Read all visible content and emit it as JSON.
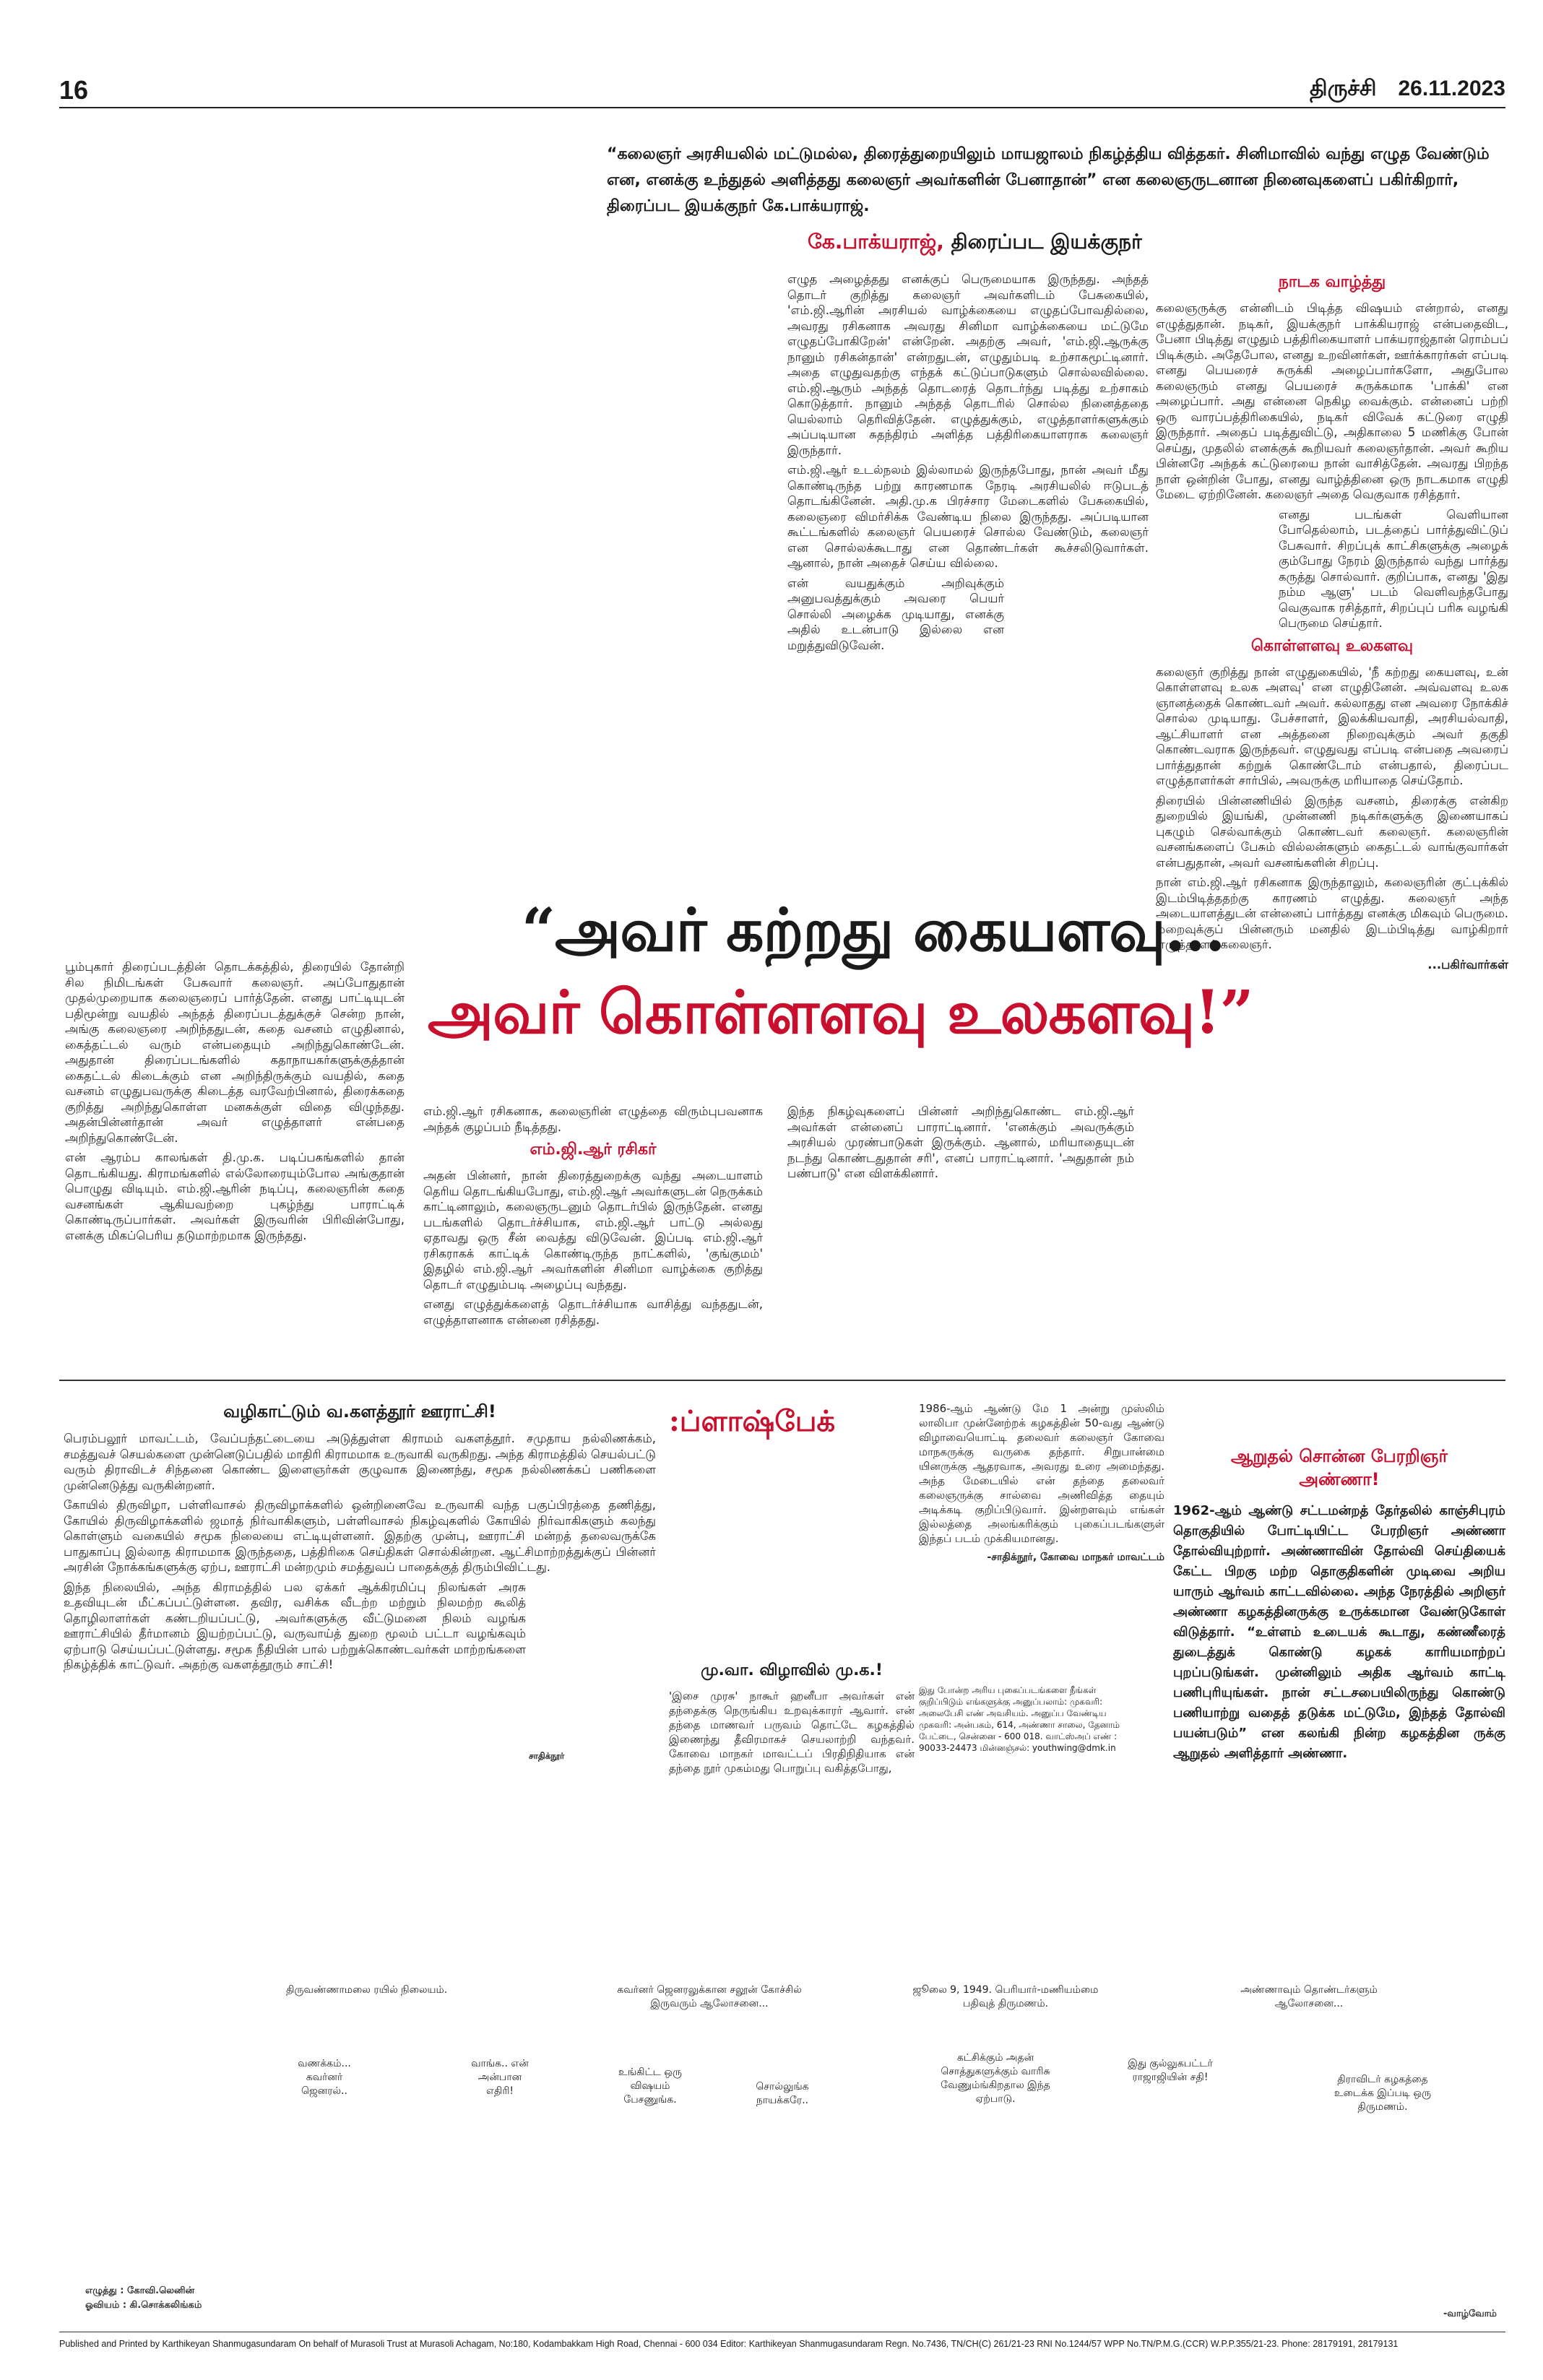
{
  "header": {
    "page_number": "16",
    "city": "திருச்சி",
    "date": "26.11.2023"
  },
  "intro": "“கலைஞர் அரசியலில் மட்டுமல்ல, திரைத்துறையிலும் மாயஜாலம் நிகழ்த்திய வித்தகர். சினிமாவில் வந்து எழுத வேண்டும் என, எனக்கு உந்துதல் அளித்தது கலைஞர் அவர்களின் பேனாதான்” என கலைஞருடனான நினைவுகளைப் பகிர்கிறார், திரைப்பட இயக்குநர் கே.பாக்யராஜ்.",
  "byline": {
    "name": "கே.பாக்யராஜ்,",
    "role": " திரைப்பட இயக்குநர்"
  },
  "headline": {
    "line1": "“அவர் கற்றது கையளவு...",
    "line2": "அவர் கொள்ளளவு உலகளவு!”"
  },
  "col_center_top": [
    "எழுத அழைத்தது எனக்குப் பெருமையாக இருந்தது. அந்தத் தொடர் குறித்து கலைஞர் அவர்களிடம் பேசுகையில், 'எம்.ஜி.ஆரின் அரசியல் வாழ்க்கையை எழுதப்போவதில்லை, அவரது ரசிகனாக அவரது சினிமா வாழ்க்கையை மட்டுமே எழுதப்போகிறேன்' என்றேன். அதற்கு அவர், 'எம்.ஜி.ஆருக்கு நானும் ரசிகன்தான்' என்றதுடன், எழுதும்படி உற்சாகமூட்டினார். அதை எழுதுவதற்கு எந்தக் கட்டுப்பாடுகளும் சொல்லவில்லை. எம்.ஜி.ஆரும் அந்தத் தொடரைத் தொடர்ந்து படித்து உற்சாகம் கொடுத்தார். நானும் அந்தத் தொடரில் சொல்ல நினைத்ததை யெல்லாம் தெரிவித்தேன். எழுத்துக்கும், எழுத்தாளர்களுக்கும் அப்படியான சுதந்திரம் அளித்த பத்திரிகையாளராக கலைஞர் இருந்தார்.",
    "எம்.ஜி.ஆர் உடல்நலம் இல்லாமல் இருந்தபோது, நான் அவர் மீது கொண்டிருந்த பற்று காரணமாக நேரடி அரசியலில் ஈடுபடத் தொடங்கினேன். அதி.மு.க பிரச்சார மேடைகளில் பேசுகையில், கலைஞரை விமர்சிக்க வேண்டிய நிலை இருந்தது. அப்படியான கூட்டங்களில் கலைஞர் பெயரைச் சொல்ல வேண்டும், கலைஞர் என சொல்லக்கூடாது என தொண்டர்கள் கூச்சலிடுவார்கள். ஆனால், நான் அதைச் செய்ய வில்லை.",
    "என் வயதுக்கும் அறிவுக்கும் அனுபவத்துக்கும் அவரை பெயர் சொல்லி அழைக்க முடியாது, எனக்கு அதில் உடன்பாடு இல்லை என மறுத்துவிடுவேன்."
  ],
  "col_right": {
    "h1": "நாடக வாழ்த்து",
    "p1": [
      "கலைஞருக்கு என்னிடம் பிடித்த விஷயம் என்றால், எனது எழுத்துதான். நடிகர், இயக்குநர் பாக்கியராஜ் என்பதைவிட, பேனா பிடித்து எழுதும் பத்திரிகையாளர் பாக்யராஜ்தான் ரொம்பப் பிடிக்கும். அதேபோல, எனது உறவினர்கள், ஊர்க்காரர்கள் எப்படி எனது பெயரைச் சுருக்கி அழைப்பார்களோ, அதுபோல கலைஞரும் எனது பெயரைச் சுருக்கமாக 'பாக்கி' என அழைப்பார். அது என்னை நெகிழ வைக்கும். என்னைப் பற்றி ஒரு வாரப்பத்திரிகையில், நடிகர் விவேக் கட்டுரை எழுதி இருந்தார். அதைப் படித்துவிட்டு, அதிகாலை 5 மணிக்கு போன் செய்து, முதலில் எனக்குக் கூறியவர் கலைஞர்தான். அவர் கூறிய பின்னரே அந்தக் கட்டுரையை நான் வாசித்தேன். அவரது பிறந்த நாள் ஒன்றின் போது, எனது வாழ்த்தினை ஒரு நாடகமாக எழுதி மேடை ஏற்றினேன். கலைஞர் அதை வெகுவாக ரசித்தார்.",
      "எனது படங்கள் வெளியான போதெல்லாம், படத்தைப் பார்த்துவிட்டுப் பேசுவார். சிறப்புக் காட்சிகளுக்கு அழைக் கும்போது நேரம் இருந்தால் வந்து பார்த்து கருத்து சொல்வார். குறிப்பாக, எனது 'இது நம்ம ஆளு' படம் வெளிவந்தபோது வெகுவாக ரசித்தார், சிறப்புப் பரிசு வழங்கி பெருமை செய்தார்."
    ],
    "h2": "கொள்ளளவு உலகளவு",
    "p2": [
      "கலைஞர் குறித்து நான் எழுதுகையில், 'நீ கற்றது கையளவு, உன் கொள்ளளவு உலக அளவு' என எழுதினேன். அவ்வளவு உலக ஞானத்தைக் கொண்டவர் அவர். கல்லாதது என அவரை நோக்கிச் சொல்ல முடியாது. பேச்சாளர், இலக்கியவாதி, அரசியல்வாதி, ஆட்சியாளர் என அத்தனை நிறைவுக்கும் அவர் தகுதி கொண்டவராக இருந்தவர். எழுதுவது எப்படி என்பதை அவரைப் பார்த்துதான் கற்றுக் கொண்டோம் என்பதால், திரைப்பட எழுத்தாளர்கள் சார்பில், அவருக்கு மரியாதை செய்தோம்.",
      "திரையில் பின்னணியில் இருந்த வசனம், திரைக்கு என்கிற துறையில் இயங்கி, முன்னணி நடிகர்களுக்கு இணையாகப் புகழும் செல்வாக்கும் கொண்டவர் கலைஞர். கலைஞரின் வசனங்களைப் பேசும் வில்லன்களும் கைதட்டல் வாங்குவார்கள் என்பதுதான், அவர் வசனங்களின் சிறப்பு.",
      "நான் எம்.ஜி.ஆர் ரசிகனாக இருந்தாலும், கலைஞரின் குட்புக்கில் இடம்பிடித்ததற்கு காரணம் எழுத்து. கலைஞர் அந்த அடையாளத்துடன் என்னைப் பார்த்தது எனக்கு மிகவும் பெருமை. மறைவுக்குப் பின்னரும் மனதில் இடம்பிடித்து வாழ்கிறார் எழுத்தாளர் கலைஞர்."
    ],
    "sign": "...பகிர்வார்கள்"
  },
  "col_left": [
    "பூம்புகார் திரைப்படத்தின் தொடக்கத்தில், திரையில் தோன்றி சில நிமிடங்கள் பேசுவார் கலைஞர். அப்போதுதான் முதல்முறையாக கலைஞரைப் பார்த்தேன். எனது பாட்டியுடன் பதிமூன்று வயதில் அந்தத் திரைப்படத்துக்குச் சென்ற நான், அங்கு கலைஞரை அறிந்ததுடன், கதை வசனம் எழுதினால், கைத்தட்டல் வரும் என்பதையும் அறிந்துகொண்டேன். அதுதான் திரைப்படங்களில் கதாநாயகர்களுக்குத்தான் கைதட்டல் கிடைக்கும் என அறிந்திருக்கும் வயதில், கதை வசனம் எழுதுபவருக்கு கிடைத்த வரவேற்பினால், திரைக்கதை குறித்து அறிந்துகொள்ள மனசுக்குள் விதை விழுந்தது. அதன்பின்னர்தான் அவர் எழுத்தாளர் என்பதை அறிந்துகொண்டேன்.",
    "என் ஆரம்ப காலங்கள் தி.மு.க. படிப்பகங்களில் தான் தொடங்கியது. கிராமங்களில் எல்லோரையும்போல அங்குதான் பொழுது விடியும். எம்.ஜி.ஆரின் நடிப்பு, கலைஞரின் கதை வசனங்கள் ஆகியவற்றை புகழ்ந்து பாராட்டிக் கொண்டிருப்பார்கள். அவர்கள் இருவரின் பிரிவின்போது, எனக்கு மிகப்பெரிய தடுமாற்றமாக இருந்தது."
  ],
  "col_mid1": {
    "lead": "எம்.ஜி.ஆர் ரசிகனாக, கலைஞரின் எழுத்தை விரும்புபவனாக அந்தக் குழப்பம் நீடித்தது.",
    "h": "எம்.ஜி.ஆர் ரசிகர்",
    "p": [
      "அதன் பின்னர், நான் திரைத்துறைக்கு வந்து அடையாளம் தெரிய தொடங்கியபோது, எம்.ஜி.ஆர் அவர்களுடன் நெருக்கம் காட்டினாலும், கலைஞருடனும் தொடர்பில் இருந்தேன். எனது படங்களில் தொடர்ச்சியாக, எம்.ஜி.ஆர் பாட்டு அல்லது ஏதாவது ஒரு சீன் வைத்து விடுவேன். இப்படி எம்.ஜி.ஆர் ரசிகராகக் காட்டிக் கொண்டிருந்த நாட்களில், 'குங்குமம்' இதழில் எம்.ஜி.ஆர் அவர்களின் சினிமா வாழ்க்கை குறித்து தொடர் எழுதும்படி அழைப்பு வந்தது.",
      "எனது எழுத்துக்களைத் தொடர்ச்சியாக வாசித்து வந்ததுடன், எழுத்தாளனாக என்னை ரசித்தது."
    ]
  },
  "col_mid2": [
    "இந்த நிகழ்வுகளைப் பின்னர் அறிந்துகொண்ட எம்.ஜி.ஆர் அவர்கள் என்னைப் பாராட்டினார். 'எனக்கும் அவருக்கும் அரசியல் முரண்பாடுகள் இருக்கும். ஆனால், மரியாதையுடன் நடந்து கொண்டதுதான் சரி', எனப் பாராட்டினார். 'அதுதான் நம் பண்பாடு' என விளக்கினார்."
  ],
  "bottom_left": {
    "title": "வழிகாட்டும் வ.களத்தூர் ஊராட்சி!",
    "p": [
      "பெரம்பலூர் மாவட்டம், வேப்பந்தட்டையை அடுத்துள்ள கிராமம் வகளத்தூர். சமுதாய நல்லிணக்கம், சமத்துவச் செயல்களை முன்னெடுப்பதில் மாதிரி கிராமமாக உருவாகி வருகிறது. அந்த கிராமத்தில் செயல்பட்டு வரும் திராவிடச் சிந்தனை கொண்ட இளைஞர்கள் குழுவாக இணைந்து, சமூக நல்லிணக்கப் பணிகளை முன்னெடுத்து வருகின்றனர்.",
      "கோயில் திருவிழா, பள்ளிவாசல் திருவிழாக்களில் ஒன்றினைவே உருவாகி வந்த பகுப்பிரத்தை தணித்து, கோயில் திருவிழாக்களில் ஜமாத் நிர்வாகிகளும், பள்ளிவாசல் நிகழ்வுகளில் கோயில் நிர்வாகிகளும் கலந்து கொள்ளும் வகையில் சமூக நிலையை எட்டியுள்ளனர். இதற்கு முன்பு, ஊராட்சி மன்றத் தலைவருக்கே பாதுகாப்பு இல்லாத கிராமமாக இருந்ததை, பத்திரிகை செய்திகள் சொல்கின்றன. ஆட்சிமாற்றத்துக்குப் பின்னர் அரசின் நோக்கங்களுக்கு ஏற்ப, ஊராட்சி மன்றமும் சமத்துவப் பாதைக்குத் திரும்பிவிட்டது.",
      "இந்த நிலையில், அந்த கிராமத்தில் பல ஏக்கர் ஆக்கிரமிப்பு நிலங்கள் அரசு உதவியுடன் மீட்கப்பட்டுள்ளன. தவிர, வசிக்க வீடற்ற மற்றும் நிலமற்ற கூலித் தொழிலாளர்கள் கண்டறியப்பட்டு, அவர்களுக்கு வீட்டுமனை நிலம் வழங்க ஊராட்சியில் தீர்மானம் இயற்றப்பட்டு, வருவாய்த் துறை மூலம் பட்டா வழங்கவும் ஏற்பாடு செய்யப்பட்டுள்ளது. சமூக நீதியின் பால் பற்றுக்கொண்டவர்கள் மாற்றங்களை நிகழ்த்திக் காட்டுவர். அதற்கு வகளத்தூரும் சாட்சி!"
    ],
    "sign": "சாதிக்நூர்"
  },
  "flashback": {
    "title": ":ப்ளாஷ்பேக்",
    "story_right": "1986-ஆம் ஆண்டு மே 1 அன்று முஸ்லிம் லாலிபா முன்னேற்றக் கழகத்தின் 50-வது ஆண்டு விழாவையொட்டி தலைவர் கலைஞர் கோவை மாநகருக்கு வருகை தந்தார். சிறுபான்மை யினருக்கு ஆதரவாக, அவரது உரை அமைந்தது. அந்த மேடையில் என் தந்தை தலைவர் கலைஞருக்கு சால்வை அணிவித்த தையும் அடிக்கடி குறிப்பிடுவார். இன்றளவும் எங்கள் இல்லத்தை அலங்கரிக்கும் புகைப்படங்களுள் இந்தப் படம் முக்கியமானது.",
    "story_right_sign": "-சாதிக்நூர், கோவை மாநகர் மாவட்டம்",
    "sub_title": "மு.வா. விழாவில் மு.க.!",
    "sub_text": "'இசை முரசு' நாகூர் ஹனீபா அவர்கள் என் தந்தைக்கு நெருங்கிய உறவுக்காரர் ஆவார். என் தந்தை மாணவர் பருவம் தொட்டே கழகத்தில் இணைந்து தீவிரமாகச் செயலாற்றி வந்தவர். கோவை மாநகர் மாவட்டப் பிரதிநிதியாக என் தந்தை நூர் முகம்மது பொறுப்பு வகித்தபோது,",
    "note": "இது போன்ற அரிய புகைப்படங்களை நீங்கள் குறிப்பிடும் எங்களுக்கு அனுப்பலாம்: முகவரி: அலைபேசி எண் அவசியம். அனுப்ப வேண்டிய முகவரி: அன்பகம், 614, அண்ணா சாலை, தேனாம் பேட்டை, சென்னை - 600 018. வாட்ஸ்அப் எண் : 90033-24473 மின்னஞ்சல்: youthwing@dmk.in"
  },
  "box_right": {
    "title_l1": "ஆறுதல் சொன்ன பேரறிஞர்",
    "title_l2": "அண்ணா!",
    "text": "1962-ஆம் ஆண்டு சட்டமன்றத் தேர்தலில் காஞ்சிபுரம் தொகுதியில் போட்டியிட்ட பேரறிஞர் அண்ணா தோல்வியுற்றார். அண்ணாவின் தோல்வி செய்தியைக் கேட்ட பிறகு மற்ற தொகுதிகளின் முடிவை அறிய யாரும் ஆர்வம் காட்டவில்லை. அந்த நேரத்தில் அறிஞர் அண்ணா கழகத்தினருக்கு உருக்கமான வேண்டுகோள் விடுத்தார். “உள்ளம் உடையக் கூடாது, கண்ணீரைத் துடைத்துக் கொண்டு கழகக் காரியமாற்றப் புறப்படுங்கள். முன்னிலும் அதிக ஆர்வம் காட்டி பணிபுரியுங்கள். நான் சட்டசபையிலிருந்து கொண்டு பணியாற்று வதைத் தடுக்க மட்டுமே, இந்தத் தோல்வி பயன்படும்” என கலங்கி நின்ற கழகத்தின ருக்கு ஆறுதல் அளித்தார் அண்ணா."
  },
  "comic": {
    "captions": [
      "திருவண்ணாமலை ரயில் நிலையம்.",
      "கவர்னர் ஜெனரலுக்கான சலூன் கோச்சில் இருவரும் ஆலோசனை...",
      "ஜூலை 9, 1949. பெரியார்-மணியம்மை பதிவுத் திருமணம்.",
      "அண்ணாவும் தொண்டர்களும் ஆலோசனை..."
    ],
    "bubbles": [
      "வணக்கம்... கவர்னர் ஜெனரல்..",
      "வாங்க.. என் அன்பான எதிரி!",
      "உங்கிட்ட ஒரு விஷயம் பேசணுங்க.",
      "சொல்லுங்க நாயக்கரே..",
      "கட்சிக்கும் அதன் சொத்துகளுக்கும் வாரிசு வேணும்ங்கிறதால இந்த ஏற்பாடு.",
      "இது குல்லுகபட்டர் ராஜாஜியின் சதி!",
      "திராவிடர் கழகத்தை உடைக்க இப்படி ஒரு திருமணம்."
    ],
    "credit1": "எழுத்து : கோவி.லெனின்",
    "credit2": "ஓவியம் : கி.சொக்கலிங்கம்",
    "cont": "-வாழ்வோம்"
  },
  "imprint": "Published and Printed by Karthikeyan Shanmugasundaram On behalf of Murasoli Trust at Murasoli Achagam, No:180, Kodambakkam High Road, Chennai - 600 034 Editor: Karthikeyan Shanmugasundaram Regn. No.7436, TN/CH(C) 261/21-23 RNI No.1244/57 WPP No.TN/P.M.G.(CCR) W.P.P.355/21-23. Phone: 28179191, 28179131"
}
